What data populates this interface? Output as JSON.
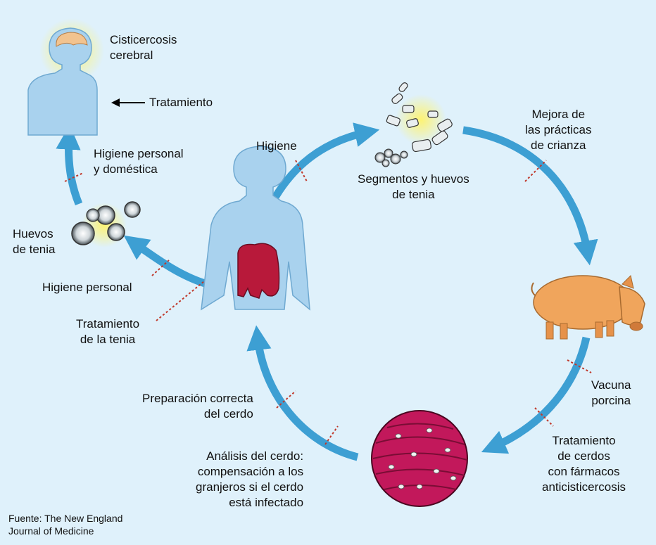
{
  "labels": {
    "brain": "Cisticercosis\ncerebral",
    "treatment": "Tratamiento",
    "hygiene_home": "Higiene personal\ny doméstica",
    "eggs": "Huevos\nde tenia",
    "hygiene_personal": "Higiene personal",
    "tapeworm_treatment": "Tratamiento\nde la tenia",
    "hygiene": "Higiene",
    "segments": "Segmentos y huevos\nde tenia",
    "breeding": "Mejora de\nlas prácticas\nde crianza",
    "vaccine": "Vacuna\nporcina",
    "pig_treatment": "Tratamiento\nde cerdos\ncon fármacos\nanticisticercosis",
    "pig_analysis": "Análisis del cerdo:\ncompensación a los\ngranjeros si el cerdo\nestá infectado",
    "preparation": "Preparación correcta\ndel cerdo"
  },
  "source": "Fuente: The New England\nJournal of Medicine",
  "colors": {
    "background": "#dff1fb",
    "arrow": "#3d9fd3",
    "intestine": "#b8193a",
    "pig": "#f0a55c",
    "muscle": "#c2185b",
    "body": "#a9d2ee",
    "barrier": "#c0392b"
  }
}
